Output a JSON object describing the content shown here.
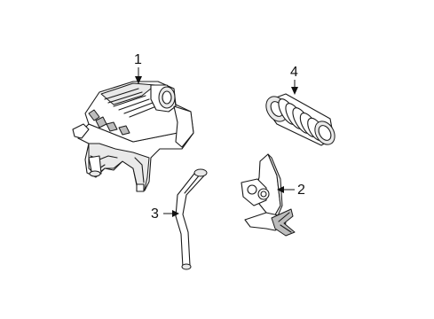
{
  "diagram": {
    "callouts": [
      {
        "id": "1",
        "label": "1",
        "part": "air-cleaner-assembly"
      },
      {
        "id": "2",
        "label": "2",
        "part": "bracket"
      },
      {
        "id": "3",
        "label": "3",
        "part": "hose"
      },
      {
        "id": "4",
        "label": "4",
        "part": "intake-duct"
      }
    ]
  }
}
